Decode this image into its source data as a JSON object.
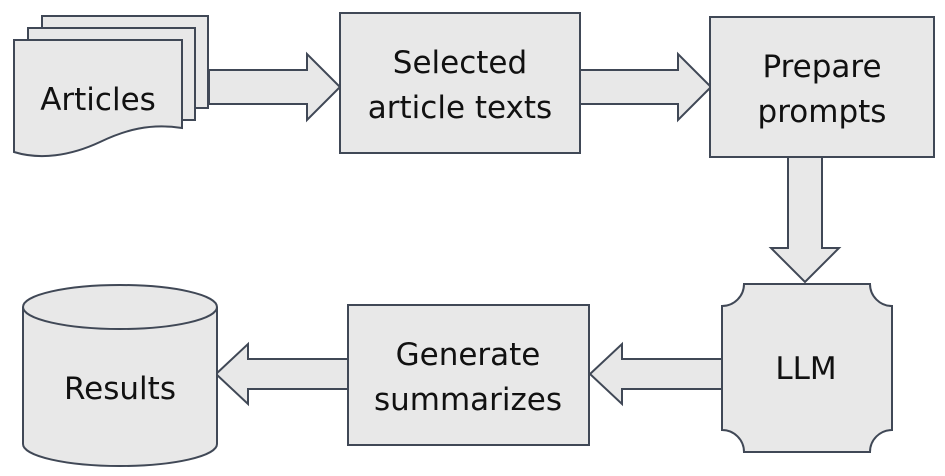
{
  "nodes": {
    "articles": {
      "label": "Articles"
    },
    "selected_texts": {
      "line1": "Selected",
      "line2": "article texts"
    },
    "prepare_prompts": {
      "line1": "Prepare",
      "line2": "prompts"
    },
    "llm": {
      "label": "LLM"
    },
    "generate_summarizes": {
      "line1": "Generate",
      "line2": "summarizes"
    },
    "results": {
      "label": "Results"
    }
  },
  "colors": {
    "fill": "#e8e8e8",
    "stroke": "#404856",
    "text": "#111111"
  }
}
